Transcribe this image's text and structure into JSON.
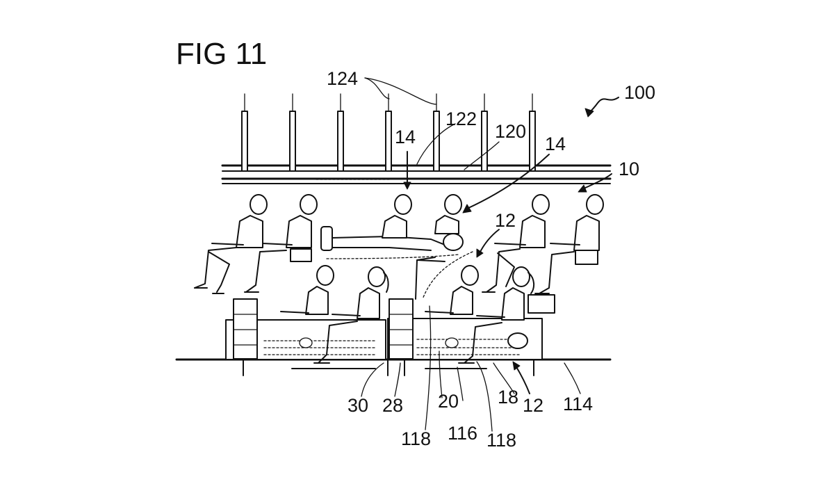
{
  "figure": {
    "title": "FIG 11",
    "reference_numerals": {
      "r124": "124",
      "r100": "100",
      "r122": "122",
      "r120": "120",
      "r14a": "14",
      "r14b": "14",
      "r10": "10",
      "r12a": "12",
      "r30": "30",
      "r28": "28",
      "r20": "20",
      "r18": "18",
      "r12b": "12",
      "r114": "114",
      "r118a": "118",
      "r116": "116",
      "r118b": "118"
    }
  }
}
